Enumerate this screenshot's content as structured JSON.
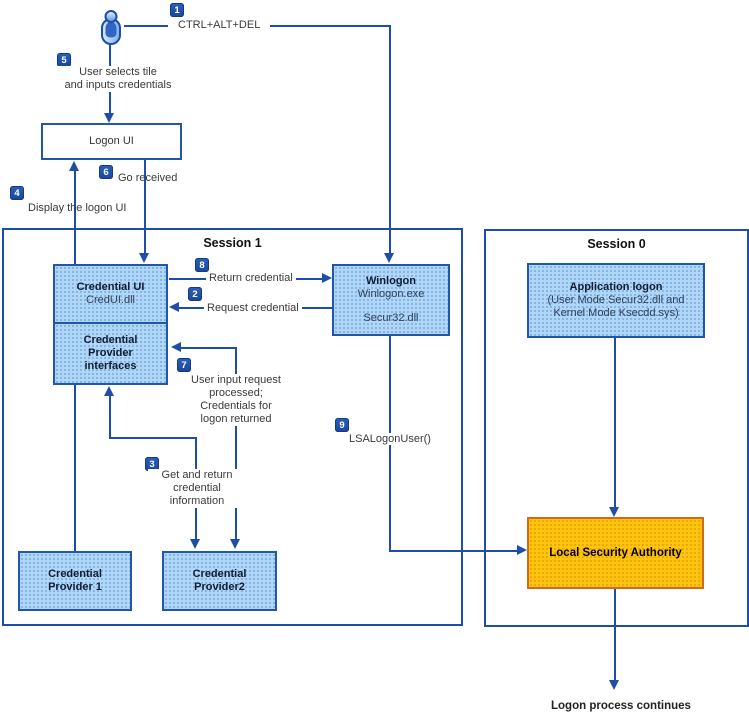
{
  "colors": {
    "line_blue": "#1f4ea8",
    "box_border_blue": "#2157a8",
    "box_fill_blue": "#b0d7f8",
    "badge_blue": "#1a479c",
    "lsa_fill_gold": "#ffc40e",
    "lsa_border_orange": "#d2691e",
    "text_dark": "#333333"
  },
  "flow": {
    "ctrl_alt_del": {
      "badge": "1",
      "label": "CTRL+ALT+DEL"
    },
    "user_selects": {
      "badge": "5",
      "line1": "User selects tile",
      "line2": "and inputs credentials"
    },
    "logon_ui": {
      "label": "Logon UI"
    },
    "go_received": {
      "badge": "6",
      "label": "Go received"
    },
    "display_logon_ui": {
      "badge": "4",
      "label": "Display the logon UI"
    }
  },
  "session1": {
    "title": "Session 1",
    "credential_ui": {
      "title": "Credential UI",
      "subtitle": "CredUI.dll"
    },
    "credential_provider_interfaces": {
      "line1": "Credential",
      "line2": "Provider",
      "line3": "interfaces"
    },
    "winlogon": {
      "title": "Winlogon",
      "line2": "Winlogon.exe",
      "line3": "Secur32.dll"
    },
    "return_credential": {
      "badge": "8",
      "label": "Return credential"
    },
    "request_credential": {
      "badge": "2",
      "label": "Request credential"
    },
    "user_input_request": {
      "badge": "7",
      "line1": "User input request",
      "line2": "processed;",
      "line3": "Credentials for",
      "line4": "logon returned"
    },
    "get_and_return": {
      "badge": "3",
      "line1": "Get and return",
      "line2": "credential",
      "line3": "information"
    },
    "lsa_logon_user": {
      "badge": "9",
      "label": "LSALogonUser()"
    },
    "credential_provider_1": {
      "line1": "Credential",
      "line2": "Provider 1"
    },
    "credential_provider_2": {
      "line1": "Credential",
      "line2": "Provider2"
    }
  },
  "session0": {
    "title": "Session 0",
    "application_logon": {
      "title": "Application logon",
      "line2": "(User Mode Secur32.dll and",
      "line3": "Kernel Mode Ksecdd.sys)"
    },
    "local_security_authority": {
      "title": "Local Security Authority"
    }
  },
  "footer": {
    "label": "Logon process continues"
  }
}
